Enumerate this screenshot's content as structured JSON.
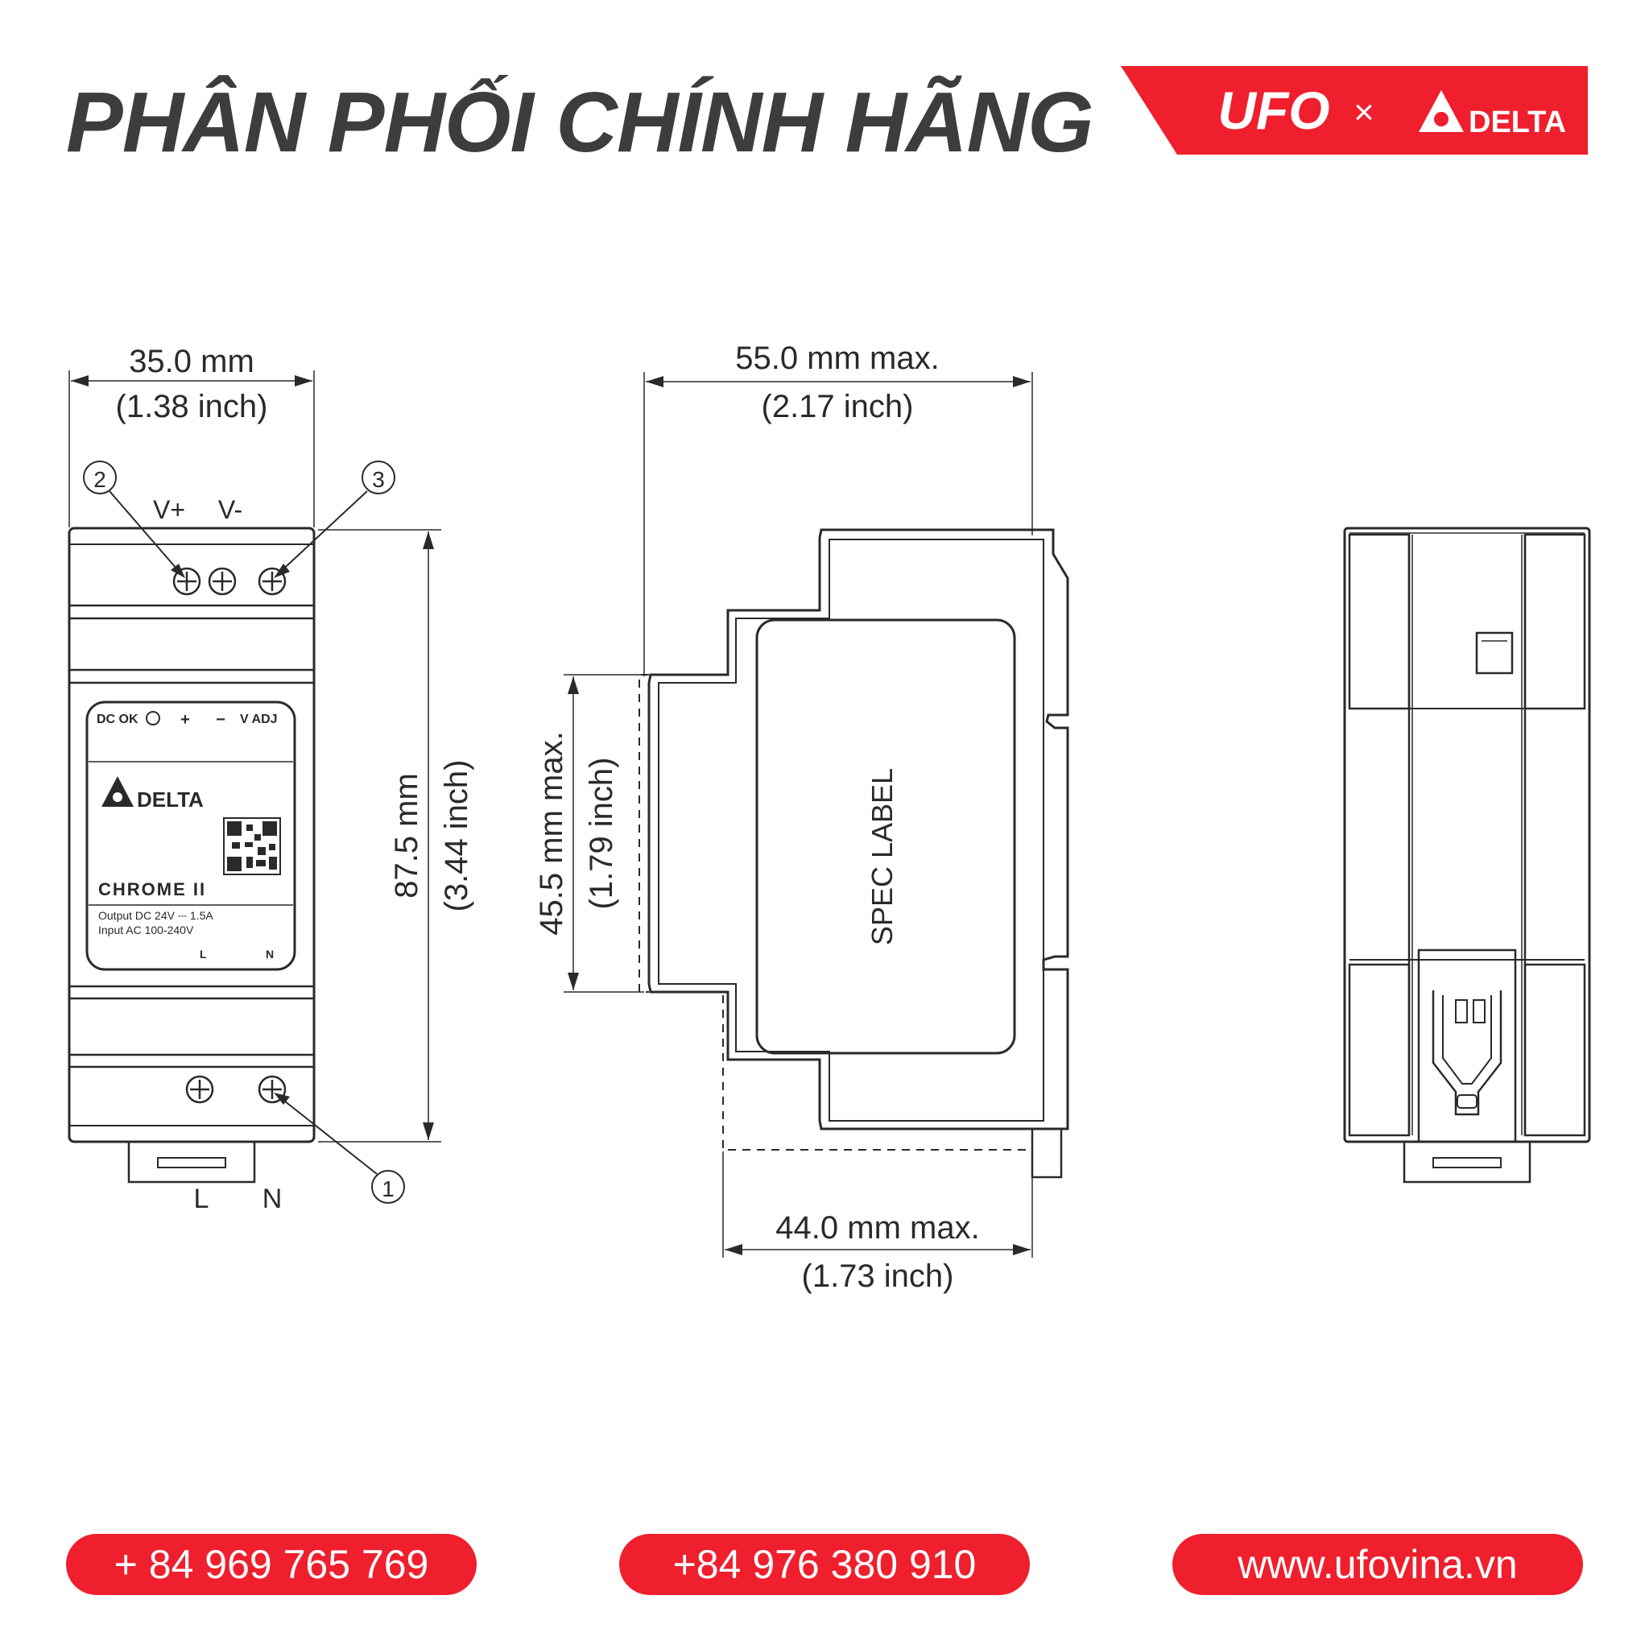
{
  "header": {
    "title": "PHÂN PHỐI CHÍNH HÃNG",
    "brand": {
      "partner_left": "UFO",
      "separator": "×",
      "partner_right": "DELTA",
      "color": "#ef1f2d"
    }
  },
  "front_view": {
    "width_mm": "35.0 mm",
    "width_inch": "(1.38 inch)",
    "height_mm": "87.5 mm",
    "height_inch": "(3.44 inch)",
    "terminal_plus": "V+",
    "terminal_minus": "V-",
    "callout_1": "1",
    "callout_2": "2",
    "callout_3": "3",
    "bottom_left": "L",
    "bottom_right": "N",
    "panel": {
      "dc_ok": "DC OK",
      "plus": "+",
      "minus": "−",
      "vadj": "V ADJ",
      "brand": "DELTA",
      "series": "CHROME II",
      "output": "Output DC 24V ⎓ 1.5A",
      "input": "Input AC 100-240V",
      "l": "L",
      "n": "N"
    }
  },
  "side_view": {
    "depth_mm": "55.0 mm max.",
    "depth_inch": "(2.17 inch)",
    "inner_mm": "44.0 mm max.",
    "inner_inch": "(1.73 inch)",
    "front_h_mm": "45.5 mm max.",
    "front_h_inch": "(1.79 inch)",
    "label": "SPEC LABEL"
  },
  "contacts": {
    "phone_1": "+ 84 969 765 769",
    "phone_2": "+84 976 380 910",
    "website": "www.ufovina.vn",
    "pill_color": "#ef1f2d"
  }
}
